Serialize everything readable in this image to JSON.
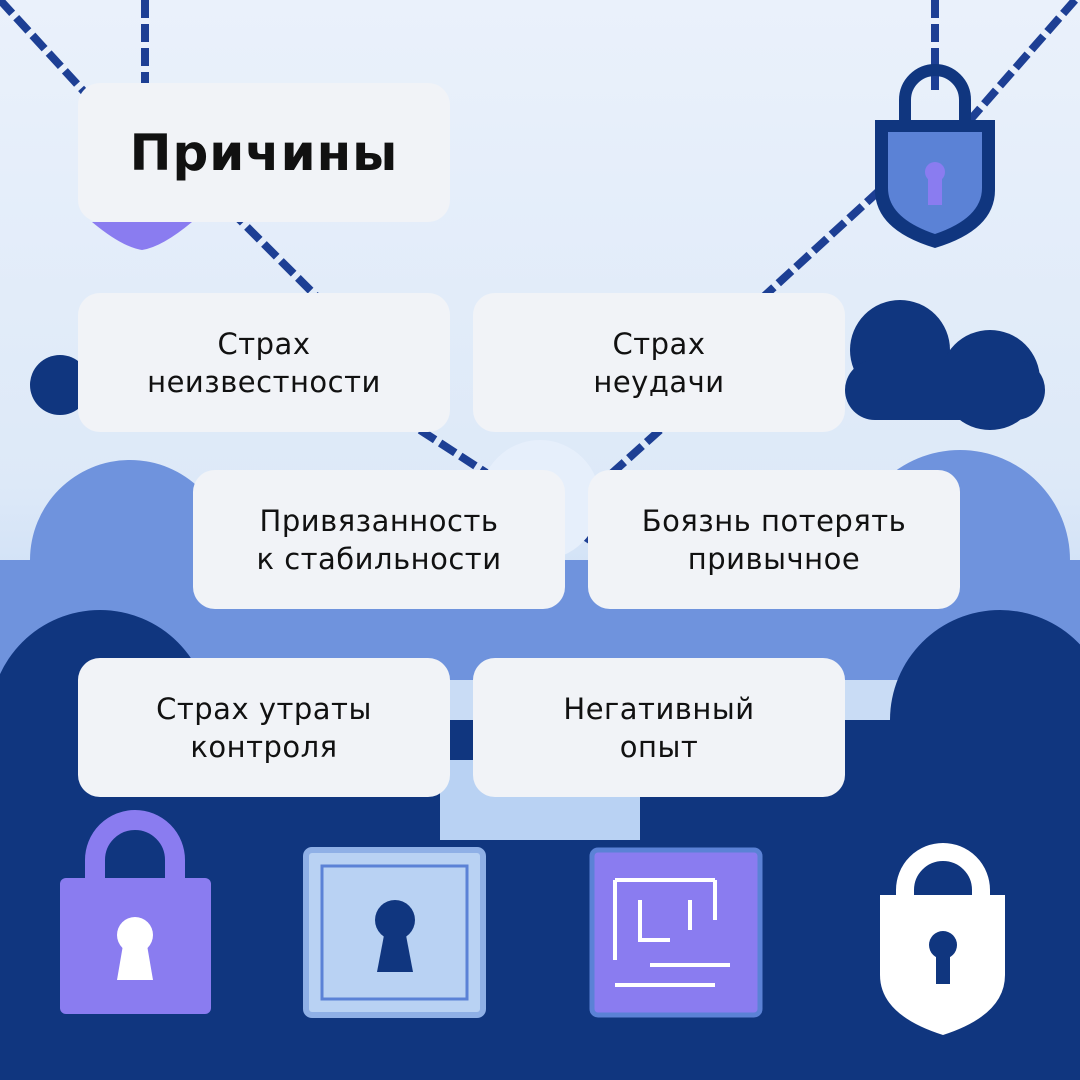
{
  "title": "Причины",
  "reasons": [
    {
      "line1": "Страх",
      "line2": "неизвестности"
    },
    {
      "line1": "Страх",
      "line2": "неудачи"
    },
    {
      "line1": "Привязанность",
      "line2": "к стабильности"
    },
    {
      "line1": "Боязнь потерять",
      "line2": "привычное"
    },
    {
      "line1": "Страх утраты",
      "line2": "контроля"
    },
    {
      "line1": "Негативный",
      "line2": "опыт"
    }
  ],
  "colors": {
    "navy": "#10367f",
    "mid_blue": "#5b82d6",
    "purple": "#8a7cf0",
    "card": "#f1f3f7"
  }
}
